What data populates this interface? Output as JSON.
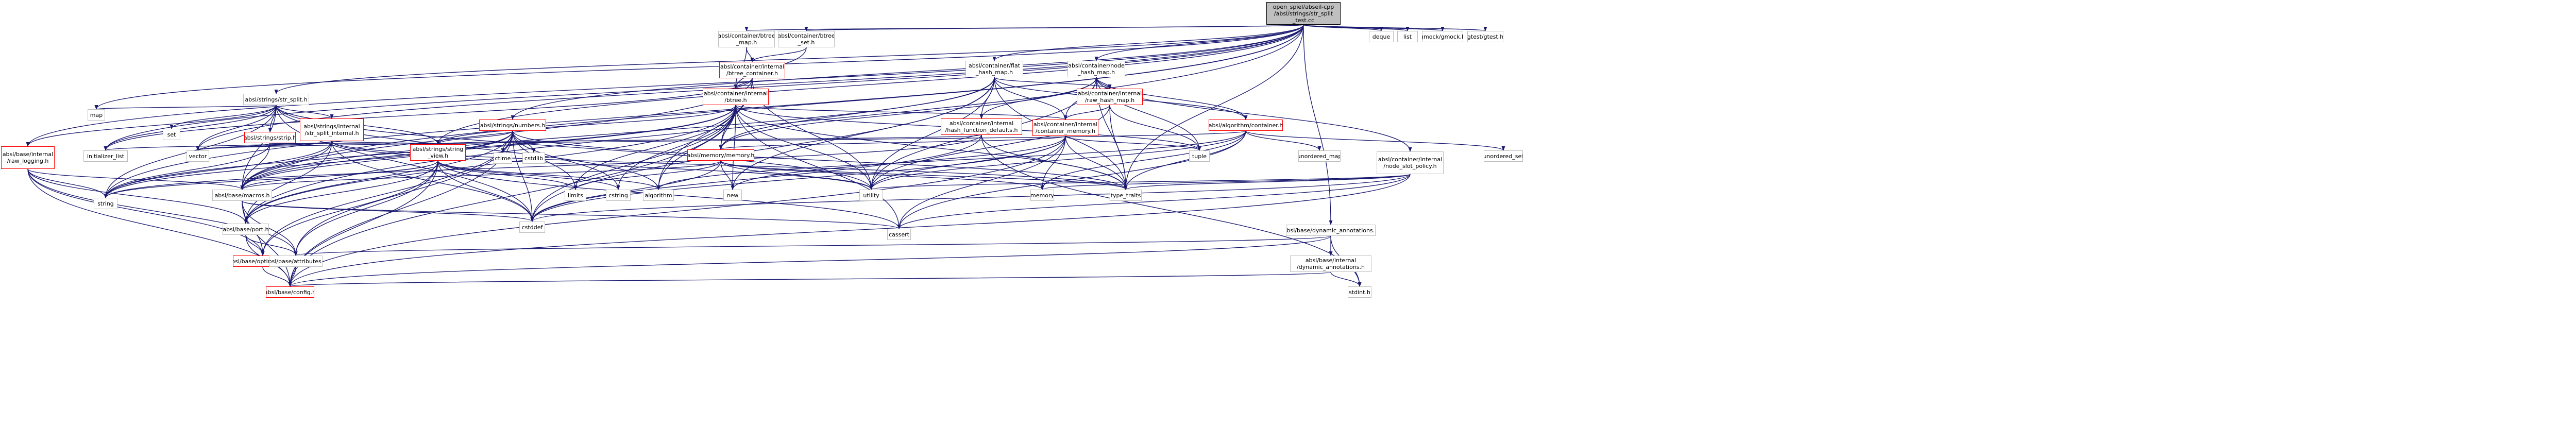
{
  "colors": {
    "edge": "#191970",
    "node_border": "#bfbfbf",
    "node_border_red": "#ff0000",
    "root_fill": "#bfbfbf",
    "background": "#ffffff"
  },
  "nodes": [
    {
      "id": "root",
      "lines": [
        "open_spiel/abseil-cpp",
        "/absl/strings/str_split",
        "_test.cc"
      ],
      "style": "root"
    },
    {
      "id": "deque",
      "lines": [
        "deque"
      ]
    },
    {
      "id": "list",
      "lines": [
        "list"
      ]
    },
    {
      "id": "gmock",
      "lines": [
        "gmock/gmock.h"
      ]
    },
    {
      "id": "gtest",
      "lines": [
        "gtest/gtest.h"
      ]
    },
    {
      "id": "btree_map",
      "lines": [
        "absl/container/btree",
        "_map.h"
      ]
    },
    {
      "id": "btree_set",
      "lines": [
        "absl/container/btree",
        "_set.h"
      ]
    },
    {
      "id": "flat_hash_map",
      "lines": [
        "absl/container/flat",
        "_hash_map.h"
      ]
    },
    {
      "id": "node_hash_map",
      "lines": [
        "absl/container/node",
        "_hash_map.h"
      ]
    },
    {
      "id": "btree_container",
      "lines": [
        "absl/container/internal",
        "/btree_container.h"
      ],
      "style": "red"
    },
    {
      "id": "str_split",
      "lines": [
        "absl/strings/str_split.h"
      ]
    },
    {
      "id": "btree",
      "lines": [
        "absl/container/internal",
        "/btree.h"
      ],
      "style": "red"
    },
    {
      "id": "raw_hash_map",
      "lines": [
        "absl/container/internal",
        "/raw_hash_map.h"
      ],
      "style": "red"
    },
    {
      "id": "numbers",
      "lines": [
        "absl/strings/numbers.h"
      ],
      "style": "red"
    },
    {
      "id": "hash_function_defaults",
      "lines": [
        "absl/container/internal",
        "/hash_function_defaults.h"
      ],
      "style": "red"
    },
    {
      "id": "container_memory",
      "lines": [
        "absl/container/internal",
        "/container_memory.h"
      ],
      "style": "red"
    },
    {
      "id": "algorithm_container",
      "lines": [
        "absl/algorithm/container.h"
      ],
      "style": "red"
    },
    {
      "id": "map",
      "lines": [
        "map"
      ]
    },
    {
      "id": "set",
      "lines": [
        "set"
      ]
    },
    {
      "id": "strip",
      "lines": [
        "absl/strings/strip.h"
      ],
      "style": "red"
    },
    {
      "id": "str_split_internal",
      "lines": [
        "absl/strings/internal",
        "/str_split_internal.h"
      ],
      "style": "red"
    },
    {
      "id": "string_view",
      "lines": [
        "absl/strings/string",
        "_view.h"
      ],
      "style": "red"
    },
    {
      "id": "ctime",
      "lines": [
        "ctime"
      ]
    },
    {
      "id": "cstdlib",
      "lines": [
        "cstdlib"
      ]
    },
    {
      "id": "memory_h",
      "lines": [
        "absl/memory/memory.h"
      ],
      "style": "red"
    },
    {
      "id": "tuple",
      "lines": [
        "tuple"
      ]
    },
    {
      "id": "unordered_map",
      "lines": [
        "unordered_map"
      ]
    },
    {
      "id": "unordered_set",
      "lines": [
        "unordered_set"
      ]
    },
    {
      "id": "node_slot_policy",
      "lines": [
        "absl/container/internal",
        "/node_slot_policy.h"
      ]
    },
    {
      "id": "raw_logging",
      "lines": [
        "absl/base/internal",
        "/raw_logging.h"
      ],
      "style": "red"
    },
    {
      "id": "initializer_list",
      "lines": [
        "initializer_list"
      ]
    },
    {
      "id": "vector",
      "lines": [
        "vector"
      ]
    },
    {
      "id": "macros",
      "lines": [
        "absl/base/macros.h"
      ]
    },
    {
      "id": "string",
      "lines": [
        "string"
      ]
    },
    {
      "id": "limits",
      "lines": [
        "limits"
      ]
    },
    {
      "id": "cstring",
      "lines": [
        "cstring"
      ]
    },
    {
      "id": "algorithm",
      "lines": [
        "algorithm"
      ]
    },
    {
      "id": "new",
      "lines": [
        "new"
      ]
    },
    {
      "id": "utility",
      "lines": [
        "utility"
      ]
    },
    {
      "id": "memory",
      "lines": [
        "memory"
      ]
    },
    {
      "id": "type_traits",
      "lines": [
        "type_traits"
      ]
    },
    {
      "id": "cstddef",
      "lines": [
        "cstddef"
      ]
    },
    {
      "id": "cassert",
      "lines": [
        "cassert"
      ]
    },
    {
      "id": "port",
      "lines": [
        "absl/base/port.h"
      ]
    },
    {
      "id": "dynamic_annotations",
      "lines": [
        "absl/base/dynamic_annotations.h"
      ]
    },
    {
      "id": "optimization",
      "lines": [
        "absl/base/optimization.h"
      ],
      "style": "red"
    },
    {
      "id": "attributes",
      "lines": [
        "absl/base/attributes.h"
      ]
    },
    {
      "id": "internal_dynamic_annotations",
      "lines": [
        "absl/base/internal",
        "/dynamic_annotations.h"
      ]
    },
    {
      "id": "config",
      "lines": [
        "absl/base/config.h"
      ],
      "style": "red"
    },
    {
      "id": "stdint",
      "lines": [
        "stdint.h"
      ]
    }
  ],
  "edges": [
    [
      "root",
      "deque"
    ],
    [
      "root",
      "list"
    ],
    [
      "root",
      "gmock"
    ],
    [
      "root",
      "gtest"
    ],
    [
      "root",
      "btree_map"
    ],
    [
      "root",
      "btree_set"
    ],
    [
      "root",
      "flat_hash_map"
    ],
    [
      "root",
      "node_hash_map"
    ],
    [
      "root",
      "str_split"
    ],
    [
      "root",
      "numbers"
    ],
    [
      "root",
      "map"
    ],
    [
      "root",
      "initializer_list"
    ],
    [
      "root",
      "vector"
    ],
    [
      "root",
      "macros"
    ],
    [
      "root",
      "string"
    ],
    [
      "root",
      "raw_logging"
    ],
    [
      "root",
      "string_view"
    ],
    [
      "root",
      "dynamic_annotations"
    ],
    [
      "root",
      "type_traits"
    ],
    [
      "root",
      "port"
    ],
    [
      "btree_map",
      "btree_container"
    ],
    [
      "btree_map",
      "btree"
    ],
    [
      "btree_set",
      "btree_container"
    ],
    [
      "btree_set",
      "btree"
    ],
    [
      "btree_container",
      "btree"
    ],
    [
      "btree_container",
      "algorithm"
    ],
    [
      "btree_container",
      "initializer_list"
    ],
    [
      "btree_container",
      "utility"
    ],
    [
      "btree_container",
      "memory_h"
    ],
    [
      "btree_container",
      "macros"
    ],
    [
      "btree",
      "container_memory"
    ],
    [
      "btree",
      "string_view"
    ],
    [
      "btree",
      "memory_h"
    ],
    [
      "btree",
      "macros"
    ],
    [
      "btree",
      "port"
    ],
    [
      "btree",
      "algorithm"
    ],
    [
      "btree",
      "cassert"
    ],
    [
      "btree",
      "cstddef"
    ],
    [
      "btree",
      "cstring"
    ],
    [
      "btree",
      "limits"
    ],
    [
      "btree",
      "new"
    ],
    [
      "btree",
      "string"
    ],
    [
      "btree",
      "type_traits"
    ],
    [
      "btree",
      "utility"
    ],
    [
      "btree",
      "tuple"
    ],
    [
      "btree",
      "config"
    ],
    [
      "flat_hash_map",
      "container_memory"
    ],
    [
      "flat_hash_map",
      "hash_function_defaults"
    ],
    [
      "flat_hash_map",
      "raw_hash_map"
    ],
    [
      "flat_hash_map",
      "algorithm_container"
    ],
    [
      "flat_hash_map",
      "memory_h"
    ],
    [
      "flat_hash_map",
      "macros"
    ],
    [
      "flat_hash_map",
      "cstddef"
    ],
    [
      "flat_hash_map",
      "new"
    ],
    [
      "flat_hash_map",
      "type_traits"
    ],
    [
      "flat_hash_map",
      "utility"
    ],
    [
      "node_hash_map",
      "container_memory"
    ],
    [
      "node_hash_map",
      "hash_function_defaults"
    ],
    [
      "node_hash_map",
      "raw_hash_map"
    ],
    [
      "node_hash_map",
      "node_slot_policy"
    ],
    [
      "node_hash_map",
      "algorithm_container"
    ],
    [
      "node_hash_map",
      "memory_h"
    ],
    [
      "node_hash_map",
      "tuple"
    ],
    [
      "node_hash_map",
      "type_traits"
    ],
    [
      "node_hash_map",
      "utility"
    ],
    [
      "raw_hash_map",
      "container_memory"
    ],
    [
      "raw_hash_map",
      "tuple"
    ],
    [
      "raw_hash_map",
      "type_traits"
    ],
    [
      "raw_hash_map",
      "utility"
    ],
    [
      "hash_function_defaults",
      "string_view"
    ],
    [
      "hash_function_defaults",
      "string"
    ],
    [
      "hash_function_defaults",
      "type_traits"
    ],
    [
      "hash_function_defaults",
      "cstddef"
    ],
    [
      "hash_function_defaults",
      "stdint"
    ],
    [
      "container_memory",
      "memory_h"
    ],
    [
      "container_memory",
      "utility"
    ],
    [
      "container_memory",
      "memory"
    ],
    [
      "container_memory",
      "tuple"
    ],
    [
      "container_memory",
      "type_traits"
    ],
    [
      "container_memory",
      "cassert"
    ],
    [
      "container_memory",
      "cstddef"
    ],
    [
      "container_memory",
      "new"
    ],
    [
      "container_memory",
      "config"
    ],
    [
      "algorithm_container",
      "unordered_map"
    ],
    [
      "algorithm_container",
      "unordered_set"
    ],
    [
      "algorithm_container",
      "utility"
    ],
    [
      "algorithm_container",
      "vector"
    ],
    [
      "algorithm_container",
      "type_traits"
    ],
    [
      "algorithm_container",
      "algorithm"
    ],
    [
      "algorithm_container",
      "cassert"
    ],
    [
      "algorithm_container",
      "memory"
    ],
    [
      "algorithm_container",
      "iterator"
    ],
    [
      "node_slot_policy",
      "cassert"
    ],
    [
      "node_slot_policy",
      "cstddef"
    ],
    [
      "node_slot_policy",
      "memory"
    ],
    [
      "node_slot_policy",
      "type_traits"
    ],
    [
      "node_slot_policy",
      "utility"
    ],
    [
      "node_slot_policy",
      "config"
    ],
    [
      "str_split",
      "map"
    ],
    [
      "str_split",
      "set"
    ],
    [
      "str_split",
      "vector"
    ],
    [
      "str_split",
      "string"
    ],
    [
      "str_split",
      "initializer_list"
    ],
    [
      "str_split",
      "strip"
    ],
    [
      "str_split",
      "str_split_internal"
    ],
    [
      "str_split",
      "string_view"
    ],
    [
      "str_split",
      "macros"
    ],
    [
      "str_split",
      "raw_logging"
    ],
    [
      "str_split",
      "algorithm"
    ],
    [
      "str_split",
      "cstddef"
    ],
    [
      "str_split",
      "utility"
    ],
    [
      "strip",
      "string_view"
    ],
    [
      "strip",
      "macros"
    ],
    [
      "strip",
      "string"
    ],
    [
      "strip",
      "vector"
    ],
    [
      "str_split_internal",
      "string_view"
    ],
    [
      "str_split_internal",
      "macros"
    ],
    [
      "str_split_internal",
      "port"
    ],
    [
      "str_split_internal",
      "vector"
    ],
    [
      "str_split_internal",
      "string"
    ],
    [
      "str_split_internal",
      "initializer_list"
    ],
    [
      "str_split_internal",
      "cstddef"
    ],
    [
      "str_split_internal",
      "type_traits"
    ],
    [
      "str_split_internal",
      "utility"
    ],
    [
      "numbers",
      "string_view"
    ],
    [
      "numbers",
      "macros"
    ],
    [
      "numbers",
      "port"
    ],
    [
      "numbers",
      "ctime"
    ],
    [
      "numbers",
      "cstdlib"
    ],
    [
      "numbers",
      "string"
    ],
    [
      "numbers",
      "type_traits"
    ],
    [
      "numbers",
      "limits"
    ],
    [
      "numbers",
      "cstring"
    ],
    [
      "numbers",
      "cstddef"
    ],
    [
      "numbers",
      "config"
    ],
    [
      "numbers",
      "optimization"
    ],
    [
      "numbers",
      "attributes"
    ],
    [
      "string_view",
      "config"
    ],
    [
      "string_view",
      "macros"
    ],
    [
      "string_view",
      "port"
    ],
    [
      "string_view",
      "optimization"
    ],
    [
      "string_view",
      "attributes"
    ],
    [
      "string_view",
      "throw_delegate"
    ],
    [
      "string_view",
      "algorithm"
    ],
    [
      "string_view",
      "cassert"
    ],
    [
      "string_view",
      "cstddef"
    ],
    [
      "string_view",
      "cstring"
    ],
    [
      "string_view",
      "limits"
    ],
    [
      "string_view",
      "string"
    ],
    [
      "memory_h",
      "cstddef"
    ],
    [
      "memory_h",
      "limits"
    ],
    [
      "memory_h",
      "memory"
    ],
    [
      "memory_h",
      "new"
    ],
    [
      "memory_h",
      "type_traits"
    ],
    [
      "memory_h",
      "utility"
    ],
    [
      "memory_h",
      "macros"
    ],
    [
      "raw_logging",
      "string"
    ],
    [
      "raw_logging",
      "macros"
    ],
    [
      "raw_logging",
      "port"
    ],
    [
      "raw_logging",
      "optimization"
    ],
    [
      "raw_logging",
      "attributes"
    ],
    [
      "raw_logging",
      "config"
    ],
    [
      "macros",
      "cassert"
    ],
    [
      "macros",
      "cstddef"
    ],
    [
      "macros",
      "port"
    ],
    [
      "macros",
      "config"
    ],
    [
      "macros",
      "attributes"
    ],
    [
      "macros",
      "optimization"
    ],
    [
      "port",
      "attributes"
    ],
    [
      "port",
      "config"
    ],
    [
      "port",
      "optimization"
    ],
    [
      "optimization",
      "config"
    ],
    [
      "attributes",
      "config"
    ],
    [
      "dynamic_annotations",
      "attributes"
    ],
    [
      "dynamic_annotations",
      "config"
    ],
    [
      "dynamic_annotations",
      "internal_dynamic_annotations"
    ],
    [
      "dynamic_annotations",
      "stdint"
    ],
    [
      "internal_dynamic_annotations",
      "config"
    ],
    [
      "internal_dynamic_annotations",
      "stdint"
    ]
  ]
}
